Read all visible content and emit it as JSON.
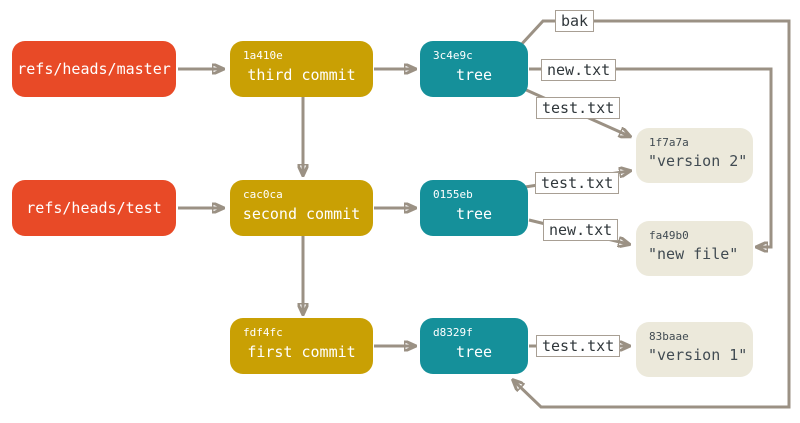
{
  "diagram": "git-object-model",
  "nodes": {
    "refs": [
      {
        "label": "refs/heads/master"
      },
      {
        "label": "refs/heads/test"
      }
    ],
    "commits": [
      {
        "hash": "1a410e",
        "label": "third commit"
      },
      {
        "hash": "cac0ca",
        "label": "second commit"
      },
      {
        "hash": "fdf4fc",
        "label": "first commit"
      }
    ],
    "trees": [
      {
        "hash": "3c4e9c",
        "label": "tree"
      },
      {
        "hash": "0155eb",
        "label": "tree"
      },
      {
        "hash": "d8329f",
        "label": "tree"
      }
    ],
    "blobs": [
      {
        "hash": "1f7a7a",
        "label": "\"version 2\""
      },
      {
        "hash": "fa49b0",
        "label": "\"new file\""
      },
      {
        "hash": "83baae",
        "label": "\"version 1\""
      }
    ]
  },
  "edge_labels": {
    "bak": "bak",
    "new_txt_top": "new.txt",
    "test_txt_top": "test.txt",
    "test_txt_mid": "test.txt",
    "new_txt_mid": "new.txt",
    "test_txt_bottom": "test.txt"
  },
  "colors": {
    "ref_fill": "#E84A27",
    "commit_fill": "#C9A004",
    "tree_fill": "#15909A",
    "blob_fill": "#ECE9DB",
    "edge_line": "#9B9184",
    "label_border": "#A89F94",
    "label_text": "#30373B",
    "blob_text": "#414B52",
    "node_text": "#FFFFFF",
    "background": "#FFFFFF"
  }
}
